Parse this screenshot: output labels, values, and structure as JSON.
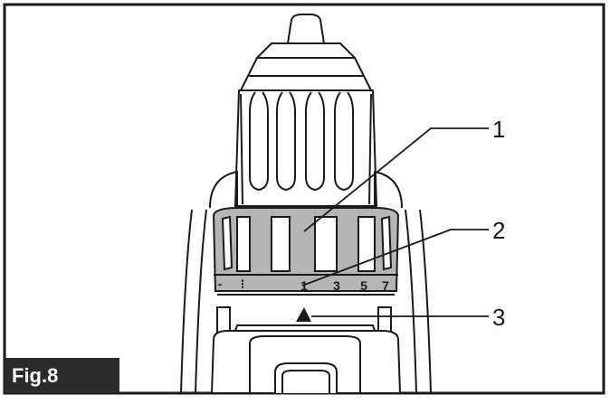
{
  "figure": {
    "label": "Fig.8"
  },
  "callouts": [
    {
      "number": "1",
      "target": "speed-change-ring"
    },
    {
      "number": "2",
      "target": "adjusting-ring-graduations"
    },
    {
      "number": "3",
      "target": "arrow-pointer"
    }
  ],
  "ring_scale": {
    "marks": [
      "-",
      "⁝",
      "1",
      "3",
      "5",
      "7"
    ]
  },
  "colors": {
    "ring_fill": "#b5b5b5",
    "frame": "#1a1a1a",
    "label_bg": "#2b2b2b",
    "label_text": "#ffffff"
  }
}
